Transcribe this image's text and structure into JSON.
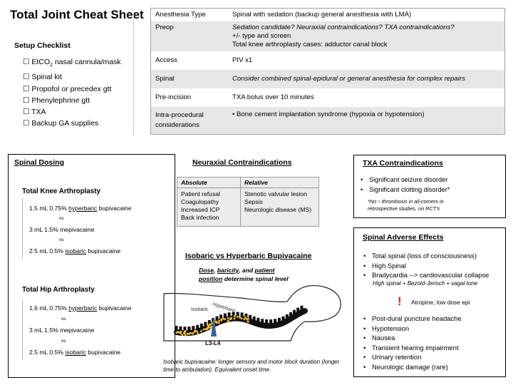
{
  "title": "Total Joint Cheat Sheet",
  "setup": {
    "heading": "Setup Checklist",
    "items": [
      {
        "pre": "☐ EtCO",
        "sub": "2",
        "post": " nasal cannula/mask"
      },
      {
        "pre": "☐ Spinal kit",
        "sub": "",
        "post": ""
      },
      {
        "pre": "☐ Propofol or precedex gtt",
        "sub": "",
        "post": ""
      },
      {
        "pre": "☐ Phenylephrine gtt",
        "sub": "",
        "post": ""
      },
      {
        "pre": "☐ TXA",
        "sub": "",
        "post": ""
      },
      {
        "pre": "☐ Backup GA supplies",
        "sub": "",
        "post": ""
      }
    ]
  },
  "plan_table": {
    "rows": [
      {
        "key": "Anesthesia Type",
        "lines": [
          "Spinal with sedation (backup general anesthesia with LMA)"
        ]
      },
      {
        "key": "Preop",
        "lines": [
          "Sedation candidate?  Neuraxial contraindications? TXA contraindications?",
          "+/- type and screen",
          "Total knee arthroplasty cases: adductor canal block"
        ]
      },
      {
        "key": "Access",
        "lines": [
          "PIV x1"
        ]
      },
      {
        "key": "Spinal",
        "lines": [
          "Consider combined spinal-epidural or general anesthesia for complex repairs"
        ]
      },
      {
        "key": "Pre-incision",
        "lines": [
          "TXA bolus over 10 minutes"
        ]
      },
      {
        "key": "Intra-procedural considerations",
        "lines": [
          "•   Bone cement implantation syndrome (hypoxia or hypotension)"
        ]
      }
    ]
  },
  "spinal_dosing": {
    "heading": "Spinal Dosing",
    "knee": {
      "heading": "Total Knee Arthroplasty",
      "d1": {
        "a": "1.5 mL 0.75% ",
        "u": "hyperbaric",
        "b": " bupivacaine"
      },
      "d2": "3 mL 1.5% mepivacaine",
      "d3": {
        "a": "2.5 mL 0.5% ",
        "u": "isobaric",
        "b": " bupivacaine"
      }
    },
    "hip": {
      "heading": "Total Hip Arthroplasty",
      "d1": {
        "a": "1.6 mL 0.75% ",
        "u": "hyperbaric",
        "b": " bupivacaine"
      },
      "d2": "3 mL 1.5% mepivacaine",
      "d3": {
        "a": "2.5 mL 0.5% ",
        "u": "isobaric",
        "b": " bupivacaine"
      }
    },
    "vs": "vs"
  },
  "neuraxial": {
    "heading": "Neuraxial Contraindications",
    "col_absolute": "Absolute",
    "col_relative": "Relative",
    "absolute": [
      "Patient refusal",
      "Coagulopathy",
      "Increased ICP",
      "Back infection"
    ],
    "relative": [
      "Stenotic valvular lesion",
      "Sepsis",
      "Neurologic disease (MS)"
    ]
  },
  "baricity": {
    "heading": "Isobaric vs Hyperbaric Bupivacaine",
    "sub1": {
      "a": "Dose",
      "b": ", ",
      "c": "baricity",
      "d": ", and ",
      "e": "patient"
    },
    "sub2": {
      "a": "position",
      "b": " determine spinal level"
    },
    "label_iso": "Isobaric",
    "label_hyper": "Hyperbaric",
    "label_level": "L3-L4",
    "caption": "Isobaric bupivacaine: longer sensory and motor block duration (longer time to ambulation).  Equivalent onset time.",
    "colors": {
      "spine": "#111111",
      "dots": "#f2c230",
      "needle": "#3a5fa8"
    }
  },
  "txa": {
    "heading": "TXA  Contraindications",
    "items": [
      "Significant seizure disorder",
      "Significant clotting disorder*"
    ],
    "note1": "*No ↑ thrombosis in all-comers in",
    "note2": "retrospective  studies, no RCT's"
  },
  "adverse": {
    "heading": "Spinal Adverse Effects",
    "items_a": [
      "Total spinal (loss of consciousness)",
      "High Spinal",
      "Bradycardia --> cardiovascular collapse"
    ],
    "brady_note": "High spinal + Bezold-Jerisch + vagal tone",
    "alert": "!",
    "alert_text": "Atropine, low dose epi",
    "items_b": [
      "Post-dural puncture headache",
      "Hypotension",
      "Nausea",
      "Transient hearing impairment",
      "Urinary retention",
      "Neurologic damage (rare)"
    ],
    "colors": {
      "alert": "#e02020"
    }
  }
}
